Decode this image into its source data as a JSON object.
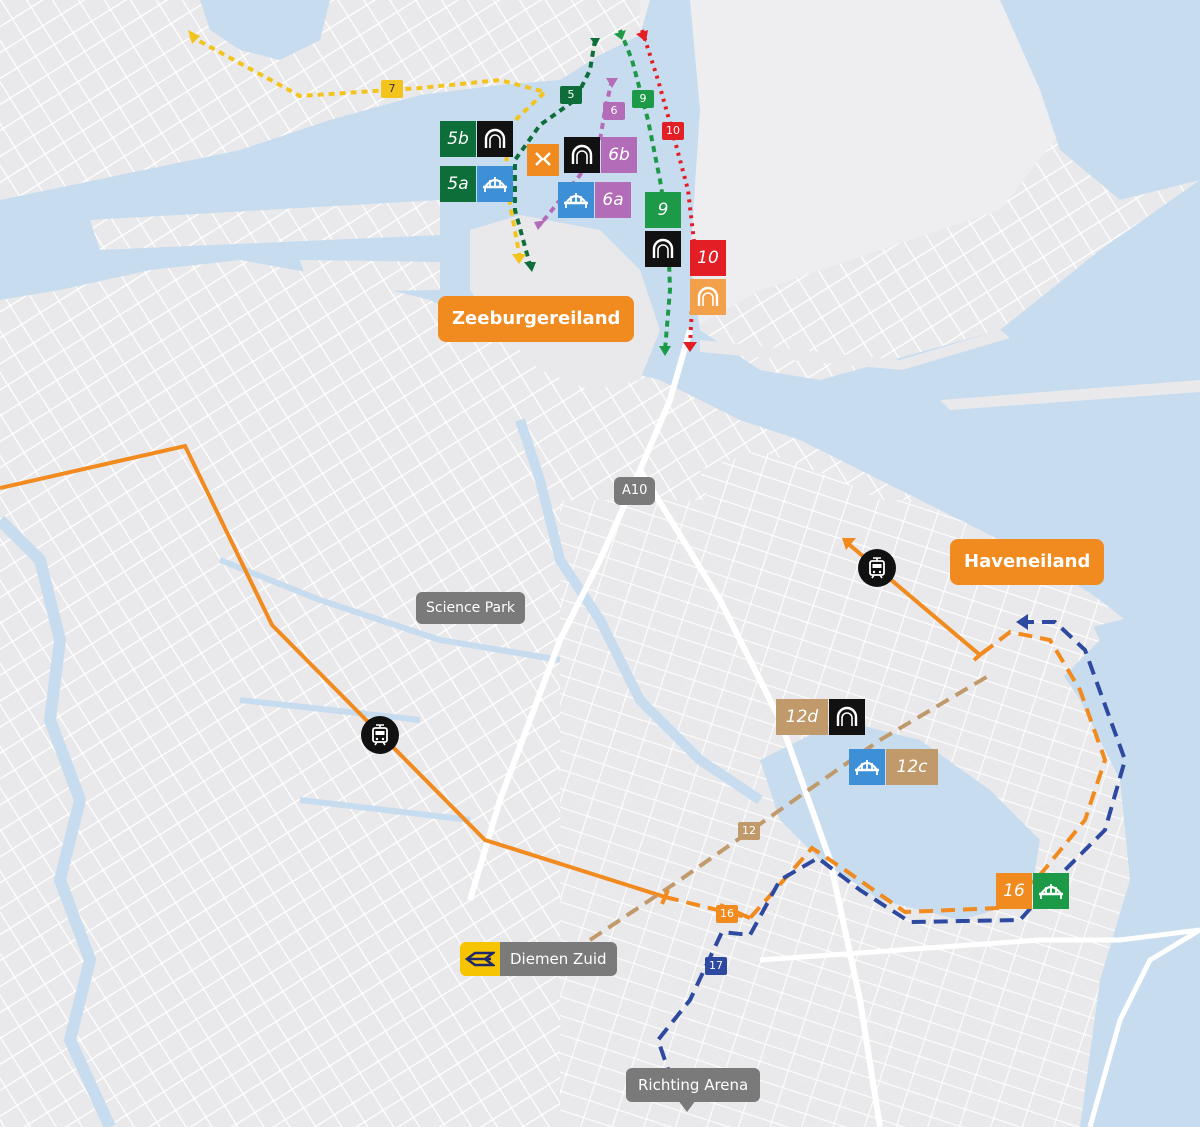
{
  "map": {
    "colors": {
      "water": "#c7dcef",
      "land": "#e9e9eb",
      "street": "#ffffff",
      "orange": "#f18a1f",
      "green_dark": "#0e6e3a",
      "green": "#1d9a48",
      "purple": "#b36cb8",
      "red": "#e31e24",
      "yellow": "#f3c41d",
      "blue": "#2e4aa0",
      "blue_light": "#3d8fd6",
      "tan": "#c09a6b",
      "black": "#111111"
    },
    "places": {
      "zeeburgereiland": "Zeeburgereiland",
      "haveneiland": "Haveneiland"
    },
    "labels": {
      "a10": "A10",
      "science_park": "Science Park",
      "diemen_zuid": "Diemen Zuid",
      "richting_arena": "Richting Arena"
    },
    "route_tags": {
      "r7": "7",
      "r5": "5",
      "r6": "6",
      "r9": "9",
      "r10": "10",
      "r12": "12",
      "r16": "16",
      "r17": "17"
    },
    "markers": {
      "m5b": "5b",
      "m5a": "5a",
      "m6b": "6b",
      "m6a": "6a",
      "m9": "9",
      "m10": "10",
      "m12d": "12d",
      "m12c": "12c",
      "m16": "16"
    },
    "icons": {
      "tunnel": "tunnel-icon",
      "bridge": "bridge-icon",
      "tram": "tram-icon",
      "ns_logo": "ns-logo-icon",
      "detour": "detour-icon"
    }
  }
}
